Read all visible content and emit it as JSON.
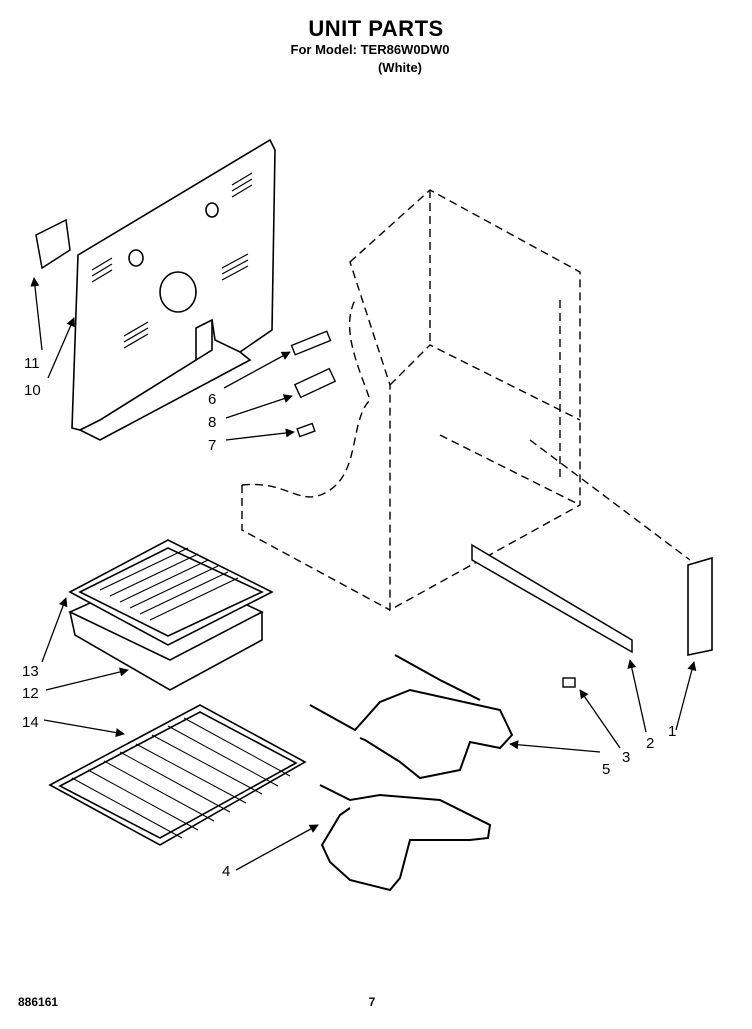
{
  "header": {
    "title": "UNIT PARTS",
    "model_line": "For Model: TER86W0DW0",
    "variant": "(White)"
  },
  "callouts": [
    "1",
    "2",
    "3",
    "4",
    "5",
    "6",
    "7",
    "8",
    "10",
    "11",
    "12",
    "13",
    "14"
  ],
  "footer": {
    "doc_number": "886161",
    "page_number": "7"
  }
}
